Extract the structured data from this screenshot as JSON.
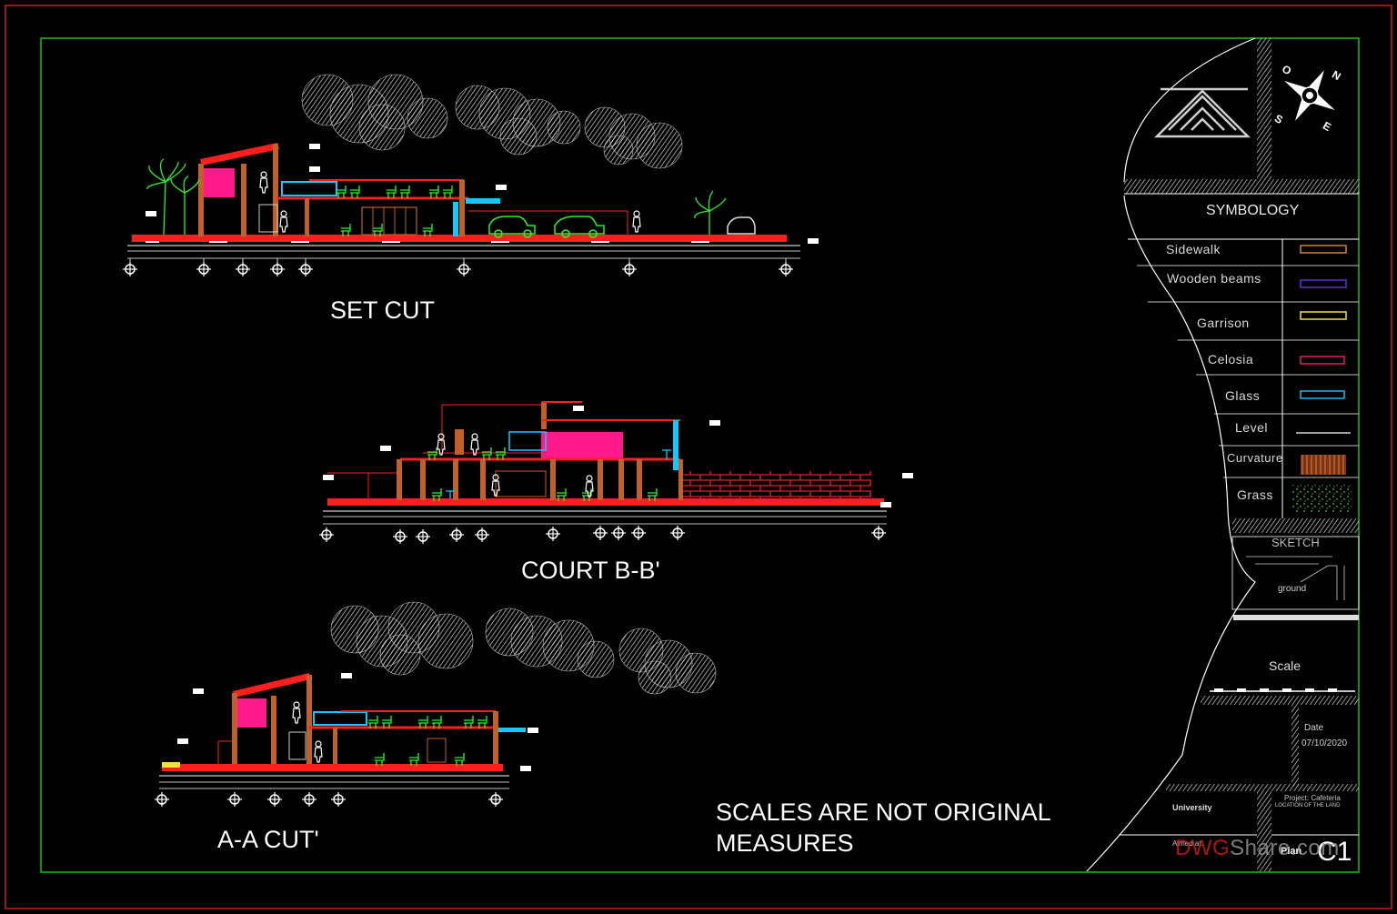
{
  "sections": {
    "set_cut": "SET CUT",
    "court_bb": "COURT B-B'",
    "aa_cut": "A-A CUT'"
  },
  "note": {
    "line1": "SCALES ARE NOT ORIGINAL",
    "line2": "MEASURES"
  },
  "compass": {
    "n": "N",
    "e": "E",
    "s": "S",
    "w": "O"
  },
  "symbology": {
    "title": "SYMBOLOGY",
    "items": [
      {
        "label": "Sidewalk",
        "color": "#c8853a"
      },
      {
        "label": "Wooden  beams",
        "color": "#6a2fd6"
      },
      {
        "label": "Garrison",
        "color": "#f0e040"
      },
      {
        "label": "Celosia",
        "color": "#e0206a"
      },
      {
        "label": "Glass",
        "color": "#1ab8ee"
      },
      {
        "label": "Level",
        "color": "#ffffff"
      },
      {
        "label": "Curvature",
        "color": "#a0522d"
      },
      {
        "label": "Grass",
        "color": "#3ec43e"
      }
    ]
  },
  "sketch": {
    "title": "SKETCH",
    "ground": "ground"
  },
  "scale_label": "Scale",
  "date": {
    "label": "Date",
    "value": "07/10/2020"
  },
  "title_block": {
    "university": "University",
    "project": "Project: Cafeteria",
    "location": "LOCATION OF THE LAND",
    "aimed": "Aimed at:",
    "plan": "Plan",
    "sheet": "C1"
  },
  "watermark": {
    "dwg": "DWG",
    "share": "Share.com"
  },
  "colors": {
    "frame_outer": "#d41c1c",
    "frame_inner": "#1fb81f",
    "accent_red": "#ff1f1f",
    "accent_magenta": "#ff1a8c",
    "accent_cyan": "#14c8ff",
    "accent_green": "#2ef02e",
    "wood": "#c0602a"
  }
}
